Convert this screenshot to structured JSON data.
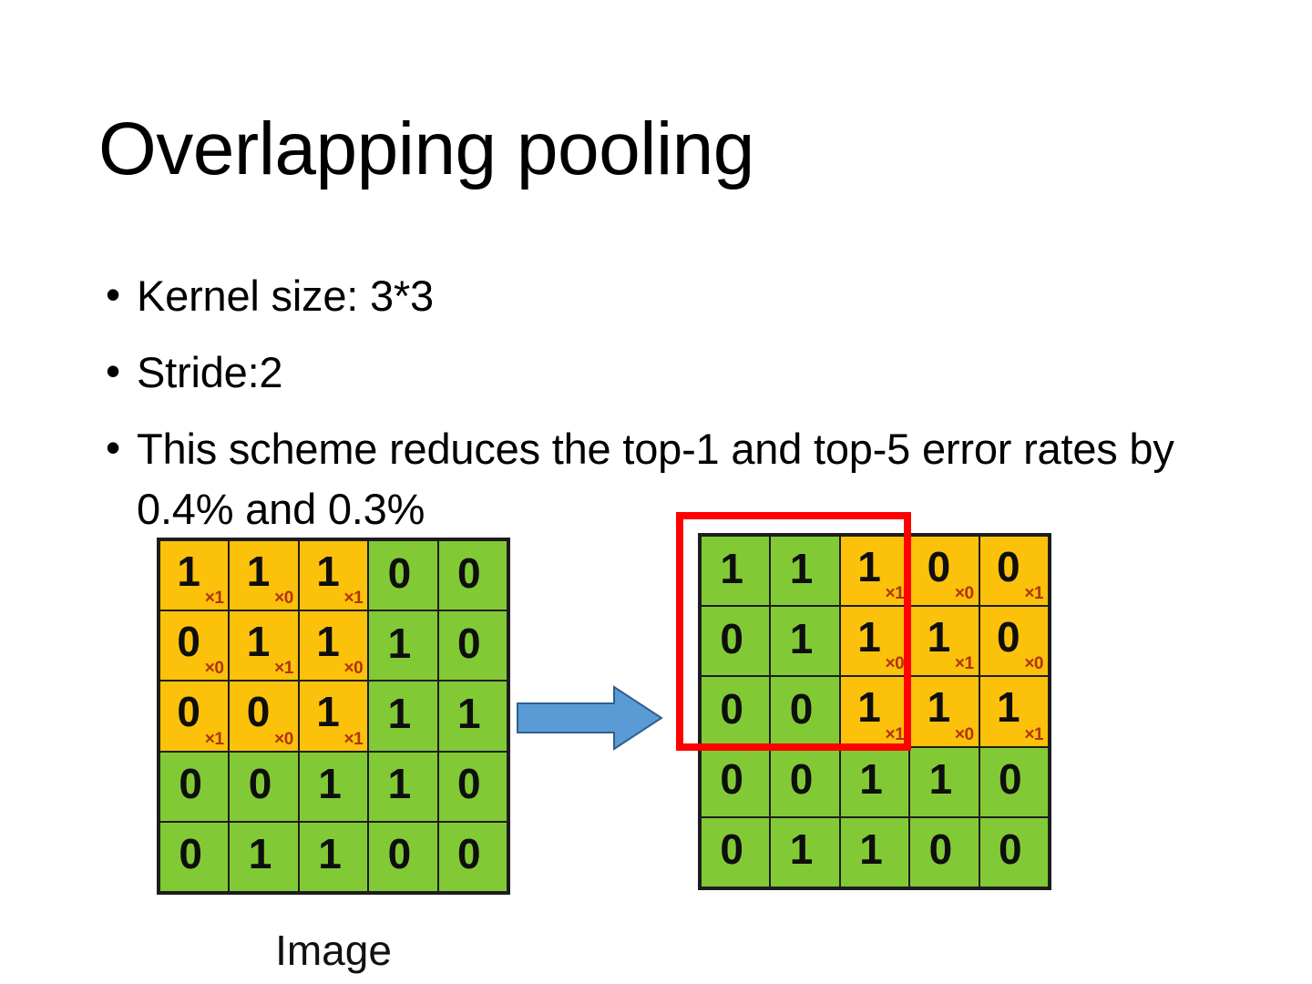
{
  "slide": {
    "title": "Overlapping pooling",
    "bullets": [
      {
        "marker": "•",
        "text": "Kernel size: 3*3"
      },
      {
        "marker": "•",
        "text": "Stride:2"
      },
      {
        "marker": "•",
        "text": "This scheme reduces the top-1 and top-5 error rates by 0.4% and 0.3%"
      }
    ]
  },
  "diagram": {
    "caption": "Image",
    "arrow_label": "right-arrow",
    "colors": {
      "highlight_cell": "#fcc10a",
      "plain_cell": "#82ca35",
      "grid_line": "#1d1d1d",
      "weight_text": "#b0340c",
      "kernel_rect": "#ff0000",
      "arrow_fill": "#5b9bd5",
      "arrow_stroke": "#2e5f8f"
    },
    "left_matrix": {
      "name": "input-feature-map-position-1",
      "rows": 5,
      "cols": 5,
      "values": [
        [
          1,
          1,
          1,
          0,
          0
        ],
        [
          0,
          1,
          1,
          1,
          0
        ],
        [
          0,
          0,
          1,
          1,
          1
        ],
        [
          0,
          0,
          1,
          1,
          0
        ],
        [
          0,
          1,
          1,
          0,
          0
        ]
      ],
      "highlight": {
        "row_start": 0,
        "col_start": 0,
        "size": 3
      },
      "kernel_weights": [
        [
          "×1",
          "×0",
          "×1"
        ],
        [
          "×0",
          "×1",
          "×0"
        ],
        [
          "×1",
          "×0",
          "×1"
        ]
      ]
    },
    "right_matrix": {
      "name": "input-feature-map-position-2",
      "rows": 5,
      "cols": 5,
      "values": [
        [
          1,
          1,
          1,
          0,
          0
        ],
        [
          0,
          1,
          1,
          1,
          0
        ],
        [
          0,
          0,
          1,
          1,
          1
        ],
        [
          0,
          0,
          1,
          1,
          0
        ],
        [
          0,
          1,
          1,
          0,
          0
        ]
      ],
      "highlight": {
        "row_start": 0,
        "col_start": 2,
        "size": 3
      },
      "kernel_weights": [
        [
          "×1",
          "×0",
          "×1"
        ],
        [
          "×0",
          "×1",
          "×0"
        ],
        [
          "×1",
          "×0",
          "×1"
        ]
      ],
      "overlap_rect": {
        "row_start": 0,
        "col_start": 0,
        "rows": 3,
        "cols": 3
      }
    }
  }
}
